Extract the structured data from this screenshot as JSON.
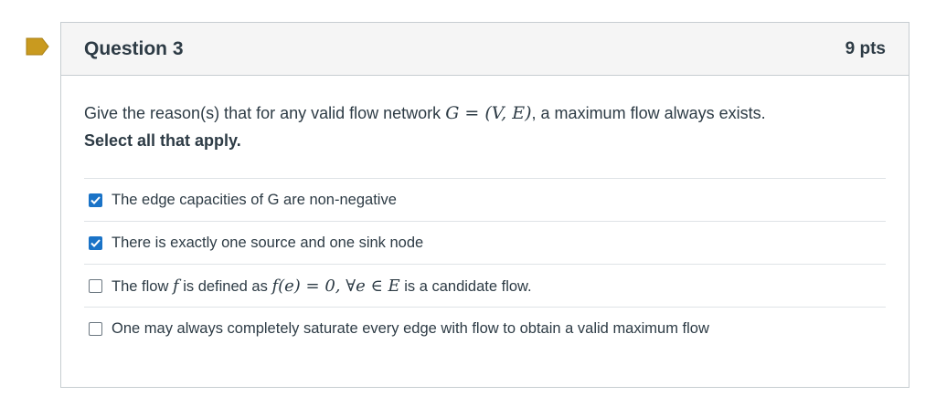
{
  "question": {
    "title": "Question 3",
    "points": "9 pts",
    "flag_color": "#c99a1f",
    "prompt_start": "Give the reason(s) that for any valid flow network ",
    "prompt_math": "G = (V, E)",
    "prompt_mid": ", a maximum flow always exists. ",
    "prompt_bold": "Select all that apply."
  },
  "answers": [
    {
      "text": "The edge capacities of G are non-negative",
      "checked": true
    },
    {
      "text": "There is exactly one source and one sink node",
      "checked": true
    },
    {
      "text_a": "The flow ",
      "math_a": "f",
      "text_b": " is defined as ",
      "math_b": "f(e) = 0, ∀e ∈ E",
      "text_c": " is a candidate flow.",
      "checked": false
    },
    {
      "text": "One may always completely saturate every edge with flow to obtain a valid maximum flow",
      "checked": false
    }
  ],
  "colors": {
    "checkbox_checked": "#1a73c7",
    "header_bg": "#f5f5f5",
    "text": "#2d3b45"
  }
}
